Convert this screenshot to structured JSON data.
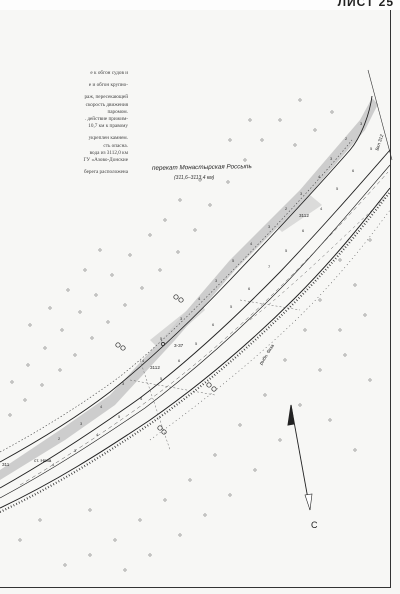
{
  "sheet": {
    "label": "ЛИСТ  25"
  },
  "notes": [
    "е  к  обгон  судов  и",
    "",
    "е  и  обгон  крупно-",
    "",
    "раж,  пересекающей",
    "скорость  движения",
    "паромом.",
    ".  действие  прижим-",
    "10,7  км  к  правому",
    "",
    "укреплен  камнем.",
    "сть  опасна.",
    "вода  из  3112,0  км",
    "ГУ  «Азово-Донские",
    "",
    "берега  расположена"
  ],
  "rift": {
    "name": "перекат  Монастырская  Россыпь",
    "km_range": "(311,6–3113,4  км)"
  },
  "map_marks": {
    "m_3112_top": "3112",
    "m_3112_mid": "3112",
    "m_left": "311",
    "m_ramp": "рыбн.  база",
    "m_sign_right": "Вкл  312",
    "m_sign_mid": "3-37",
    "m_village": "ст.  Нова"
  },
  "compass": {
    "letter": "С"
  },
  "colors": {
    "ink": "#222222",
    "shoal": "#bfbfbf",
    "paper": "#f7f7f5"
  }
}
